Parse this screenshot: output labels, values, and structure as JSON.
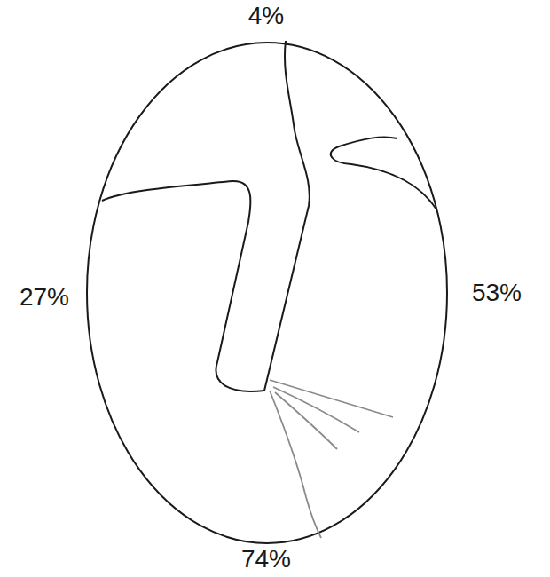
{
  "diagram": {
    "labels": [
      "4%",
      "27%",
      "53%",
      "74%"
    ]
  }
}
